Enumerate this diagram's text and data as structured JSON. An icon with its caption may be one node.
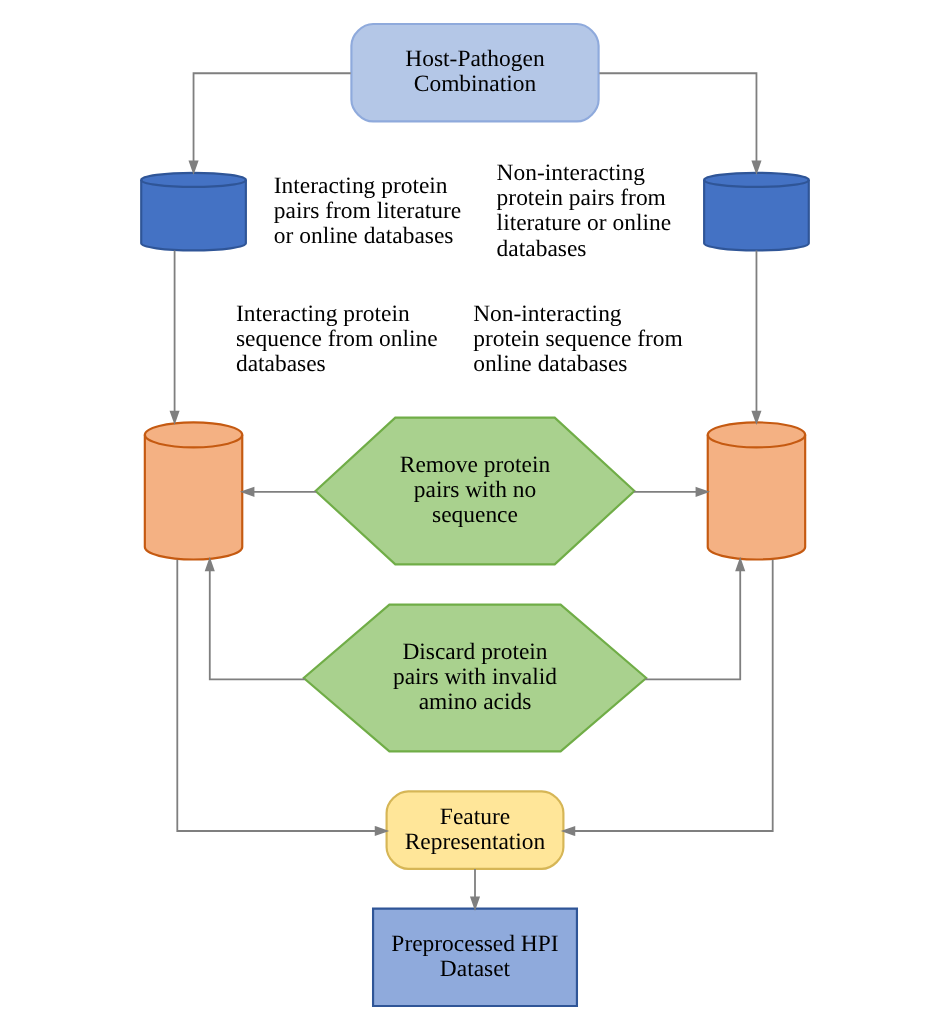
{
  "diagram": {
    "nodes": [
      {
        "text": [
          "Host-Pathogen Combination"
        ]
      },
      {
        "text": [],
        "shape": "cylinder",
        "beside": [
          "Interacting protein pairs from literature or online databases"
        ]
      },
      {
        "text": [],
        "shape": "cylinder",
        "beside": [
          "Non-interacting protein pairs from literature or online databases"
        ]
      },
      {
        "text": [],
        "shape": "cylinder",
        "beside": [
          "Interacting protein sequence from online databases"
        ]
      },
      {
        "text": [
          "Remove protein pairs with no sequence"
        ]
      },
      {
        "text": [],
        "shape": "cylinder",
        "beside": [
          "Non-interacting protein sequence from online databases"
        ]
      },
      {
        "text": [
          "Discard protein pairs with invalid amino acids"
        ]
      },
      {
        "text": [
          "Feature Representation"
        ]
      },
      {
        "text": [
          "Preprocessed HPI Dataset"
        ]
      }
    ],
    "edges": [
      {
        "from": 0,
        "to": 1,
        "arrow": "to"
      },
      {
        "from": 0,
        "to": 2,
        "arrow": "to"
      },
      {
        "from": 1,
        "to": 3,
        "arrow": "to"
      },
      {
        "from": 2,
        "to": 5,
        "arrow": "to"
      },
      {
        "from": 4,
        "to": 3,
        "arrow": "to"
      },
      {
        "from": 4,
        "to": 5,
        "arrow": "to"
      },
      {
        "from": 6,
        "to": 3,
        "arrow": "to"
      },
      {
        "from": 6,
        "to": 5,
        "arrow": "to"
      },
      {
        "from": 3,
        "to": 7,
        "arrow": "to"
      },
      {
        "from": 5,
        "to": 7,
        "arrow": "to"
      },
      {
        "from": 7,
        "to": 8,
        "arrow": "to"
      }
    ]
  }
}
